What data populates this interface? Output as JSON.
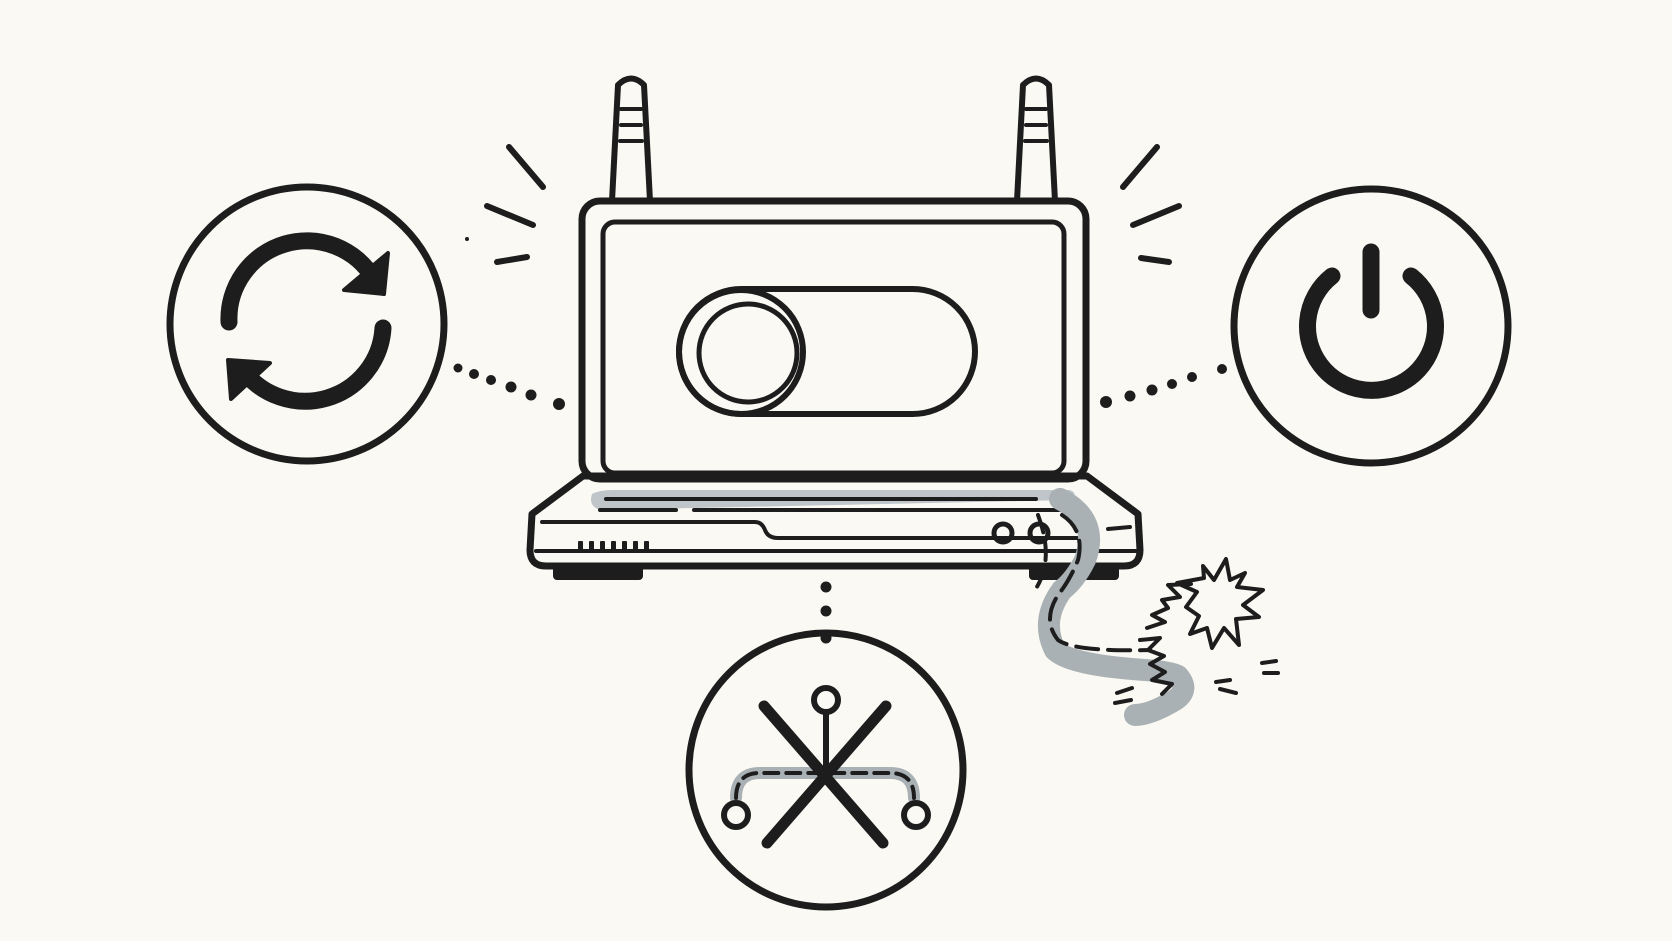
{
  "diagram": {
    "subject": "router-troubleshooting-illustration",
    "center": {
      "icon": "router-icon",
      "toggle_state": "off"
    },
    "nodes": [
      {
        "id": "restart",
        "icon": "refresh-icon"
      },
      {
        "id": "power",
        "icon": "power-icon"
      },
      {
        "id": "network",
        "icon": "network-disconnected-icon"
      }
    ],
    "cable_state": "broken",
    "colors": {
      "background": "#fbf9f3",
      "ink": "#1d1d1d",
      "accent_gray": "#b4bcc1"
    }
  }
}
